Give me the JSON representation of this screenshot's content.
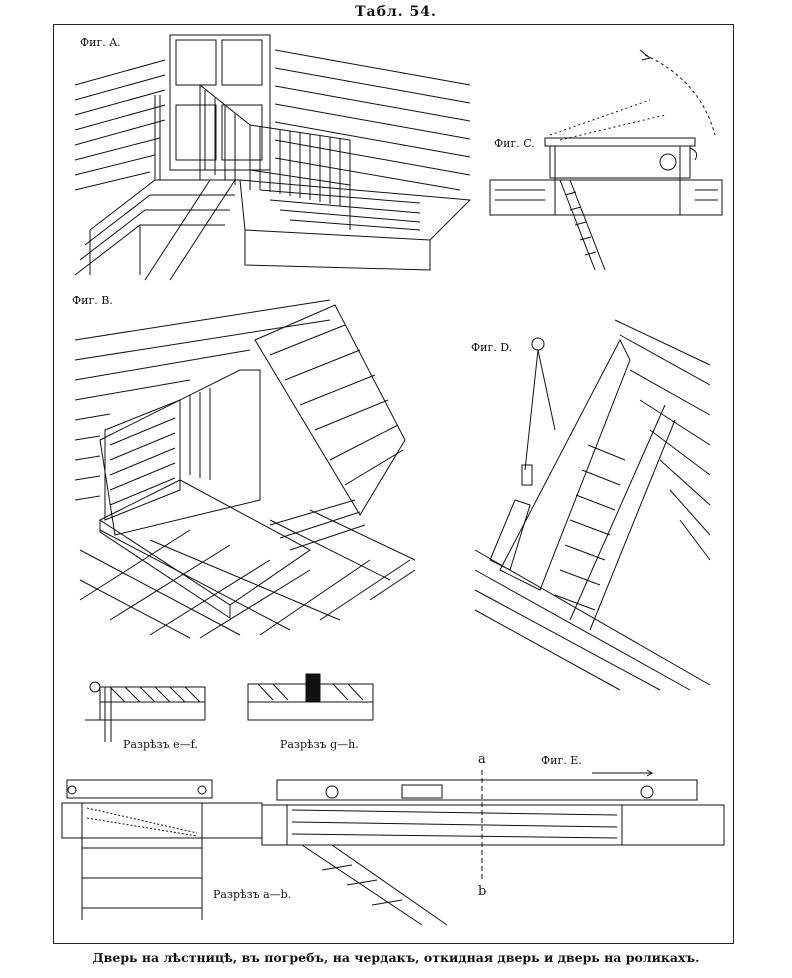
{
  "plate": {
    "title": "Табл. 54."
  },
  "figures": {
    "a": {
      "label": "Фиг. A."
    },
    "b": {
      "label": "Фиг. B."
    },
    "c": {
      "label": "Фиг. C."
    },
    "d": {
      "label": "Фиг. D."
    },
    "e": {
      "label": "Фиг. E."
    }
  },
  "sections": {
    "ef": "Разрѣзъ e—f.",
    "gh": "Разрѣзъ g—h.",
    "ab": "Разрѣзъ a—b."
  },
  "section_marks": {
    "a": "a",
    "b": "b"
  },
  "caption": "Дверь на лѣстницѣ, въ погребъ, на чердакъ, откидная дверь и дверь на роликахъ."
}
